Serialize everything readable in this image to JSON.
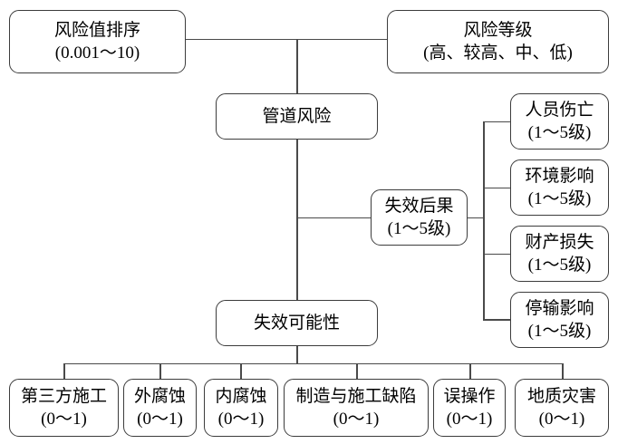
{
  "diagram": {
    "kind": "pipeline-risk-assessment-index-tree",
    "language": "zh-CN",
    "colors": {
      "background": "#ffffff",
      "line": "#4a4a4a",
      "border": "#3c3c3c",
      "text": "#000000"
    }
  },
  "nodes": {
    "risk_ranking": {
      "title": "风险值排序",
      "range": "(0.001～10)"
    },
    "risk_level": {
      "title": "风险等级",
      "range": "(高、较高、中、低)"
    },
    "pipeline_risk": {
      "title": "管道风险"
    },
    "failure_consequence": {
      "title": "失效后果",
      "range": "(1～5级)"
    },
    "casualty": {
      "title": "人员伤亡",
      "range": "(1～5级)"
    },
    "environment_impact": {
      "title": "环境影响",
      "range": "(1～5级)"
    },
    "property_loss": {
      "title": "财产损失",
      "range": "(1～5级)"
    },
    "shutdown_impact": {
      "title": "停输影响",
      "range": "(1～5级)"
    },
    "failure_likelihood": {
      "title": "失效可能性"
    },
    "third_party_construction": {
      "title": "第三方施工",
      "range": "(0～1)"
    },
    "external_corrosion": {
      "title": "外腐蚀",
      "range": "(0～1)"
    },
    "internal_corrosion": {
      "title": "内腐蚀",
      "range": "(0～1)"
    },
    "manufacturing_construction_defect": {
      "title": "制造与施工缺陷",
      "range": "(0～1)"
    },
    "misoperation": {
      "title": "误操作",
      "range": "(0～1)"
    },
    "geological_hazard": {
      "title": "地质灾害",
      "range": "(0～1)"
    }
  }
}
